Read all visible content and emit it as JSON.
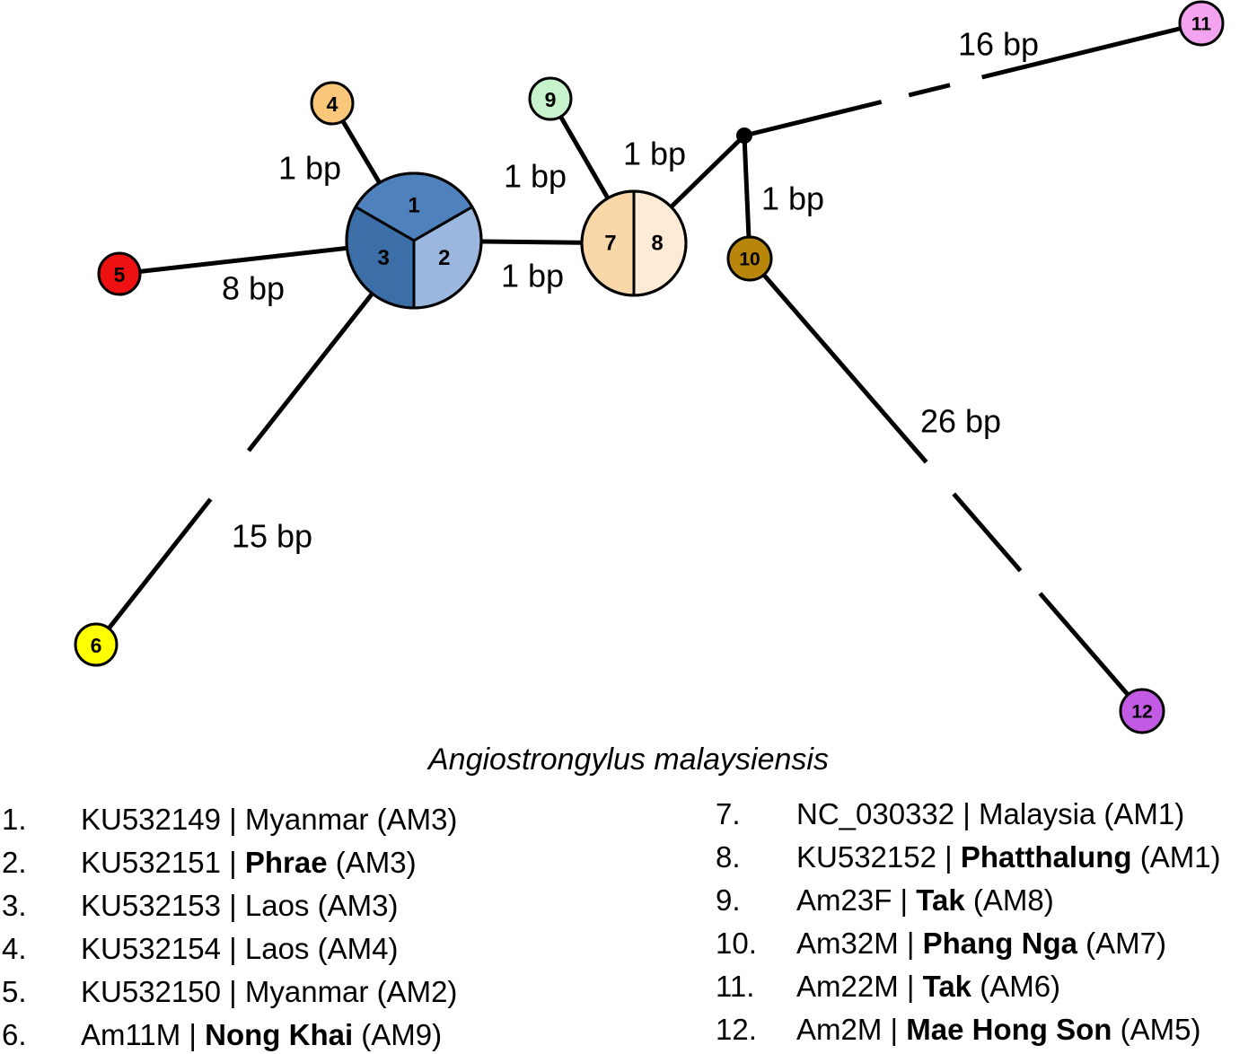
{
  "network": {
    "nodes": [
      {
        "id": "pie-1-2-3",
        "labels": [
          "1",
          "2",
          "3"
        ],
        "colors": [
          "#4f81bd",
          "#9bb7e0",
          "#3c6ea8"
        ]
      },
      {
        "id": "pie-7-8",
        "labels": [
          "7",
          "8"
        ],
        "colors": [
          "#fad7a8",
          "#fdebd6"
        ]
      },
      {
        "id": "node-4",
        "label": "4",
        "color": "#f9c77a"
      },
      {
        "id": "node-5",
        "label": "5",
        "color": "#ee1111"
      },
      {
        "id": "node-6",
        "label": "6",
        "color": "#ffff00"
      },
      {
        "id": "node-9",
        "label": "9",
        "color": "#c6f2cc"
      },
      {
        "id": "node-10",
        "label": "10",
        "color": "#b8860b"
      },
      {
        "id": "node-11",
        "label": "11",
        "color": "#f3a3f0"
      },
      {
        "id": "node-12",
        "label": "12",
        "color": "#c35ae6"
      },
      {
        "id": "median-vector",
        "label": "",
        "color": "#000000"
      }
    ],
    "edges": [
      {
        "from": "pie-1-2-3",
        "to": "node-4",
        "label": "1 bp",
        "dashed": false
      },
      {
        "from": "pie-1-2-3",
        "to": "node-5",
        "label": "8 bp",
        "dashed": false
      },
      {
        "from": "pie-1-2-3",
        "to": "node-6",
        "label": "15 bp",
        "dashed": true
      },
      {
        "from": "pie-1-2-3",
        "to": "pie-7-8",
        "label": "1 bp",
        "dashed": false
      },
      {
        "from": "pie-7-8",
        "to": "node-9",
        "label": "1 bp",
        "dashed": false
      },
      {
        "from": "pie-7-8",
        "to": "median-vector",
        "label": "1 bp",
        "dashed": false
      },
      {
        "from": "median-vector",
        "to": "node-10",
        "label": "1 bp",
        "dashed": false
      },
      {
        "from": "median-vector",
        "to": "node-11",
        "label": "16 bp",
        "dashed": true
      },
      {
        "from": "node-10",
        "to": "node-12",
        "label": "26 bp",
        "dashed": true
      }
    ]
  },
  "legend": {
    "title": "Angiostrongylus malaysiensis",
    "left": [
      {
        "num": "1.",
        "acc": "KU532149 | ",
        "loc": "Myanmar",
        "bold": false,
        "hap": " (AM3)"
      },
      {
        "num": "2.",
        "acc": "KU532151 | ",
        "loc": "Phrae",
        "bold": true,
        "hap": " (AM3)"
      },
      {
        "num": "3.",
        "acc": "KU532153 | ",
        "loc": "Laos",
        "bold": false,
        "hap": " (AM3)"
      },
      {
        "num": "4.",
        "acc": "KU532154 | ",
        "loc": "Laos",
        "bold": false,
        "hap": " (AM4)"
      },
      {
        "num": "5.",
        "acc": "KU532150 | ",
        "loc": "Myanmar",
        "bold": false,
        "hap": " (AM2)"
      },
      {
        "num": "6.",
        "acc": "Am11M | ",
        "loc": "Nong Khai",
        "bold": true,
        "hap": " (AM9)"
      }
    ],
    "right": [
      {
        "num": "7.",
        "acc": "NC_030332 | ",
        "loc": "Malaysia",
        "bold": false,
        "hap": " (AM1)"
      },
      {
        "num": "8.",
        "acc": "KU532152 | ",
        "loc": "Phatthalung",
        "bold": true,
        "hap": " (AM1)"
      },
      {
        "num": "9.",
        "acc": "Am23F | ",
        "loc": "Tak",
        "bold": true,
        "hap": " (AM8)"
      },
      {
        "num": "10.",
        "acc": "Am32M | ",
        "loc": "Phang Nga",
        "bold": true,
        "hap": " (AM7)"
      },
      {
        "num": "11.",
        "acc": "Am22M | ",
        "loc": "Tak",
        "bold": true,
        "hap": " (AM6)"
      },
      {
        "num": "12.",
        "acc": "Am2M | ",
        "loc": "Mae Hong Son",
        "bold": true,
        "hap": " (AM5)"
      }
    ]
  }
}
